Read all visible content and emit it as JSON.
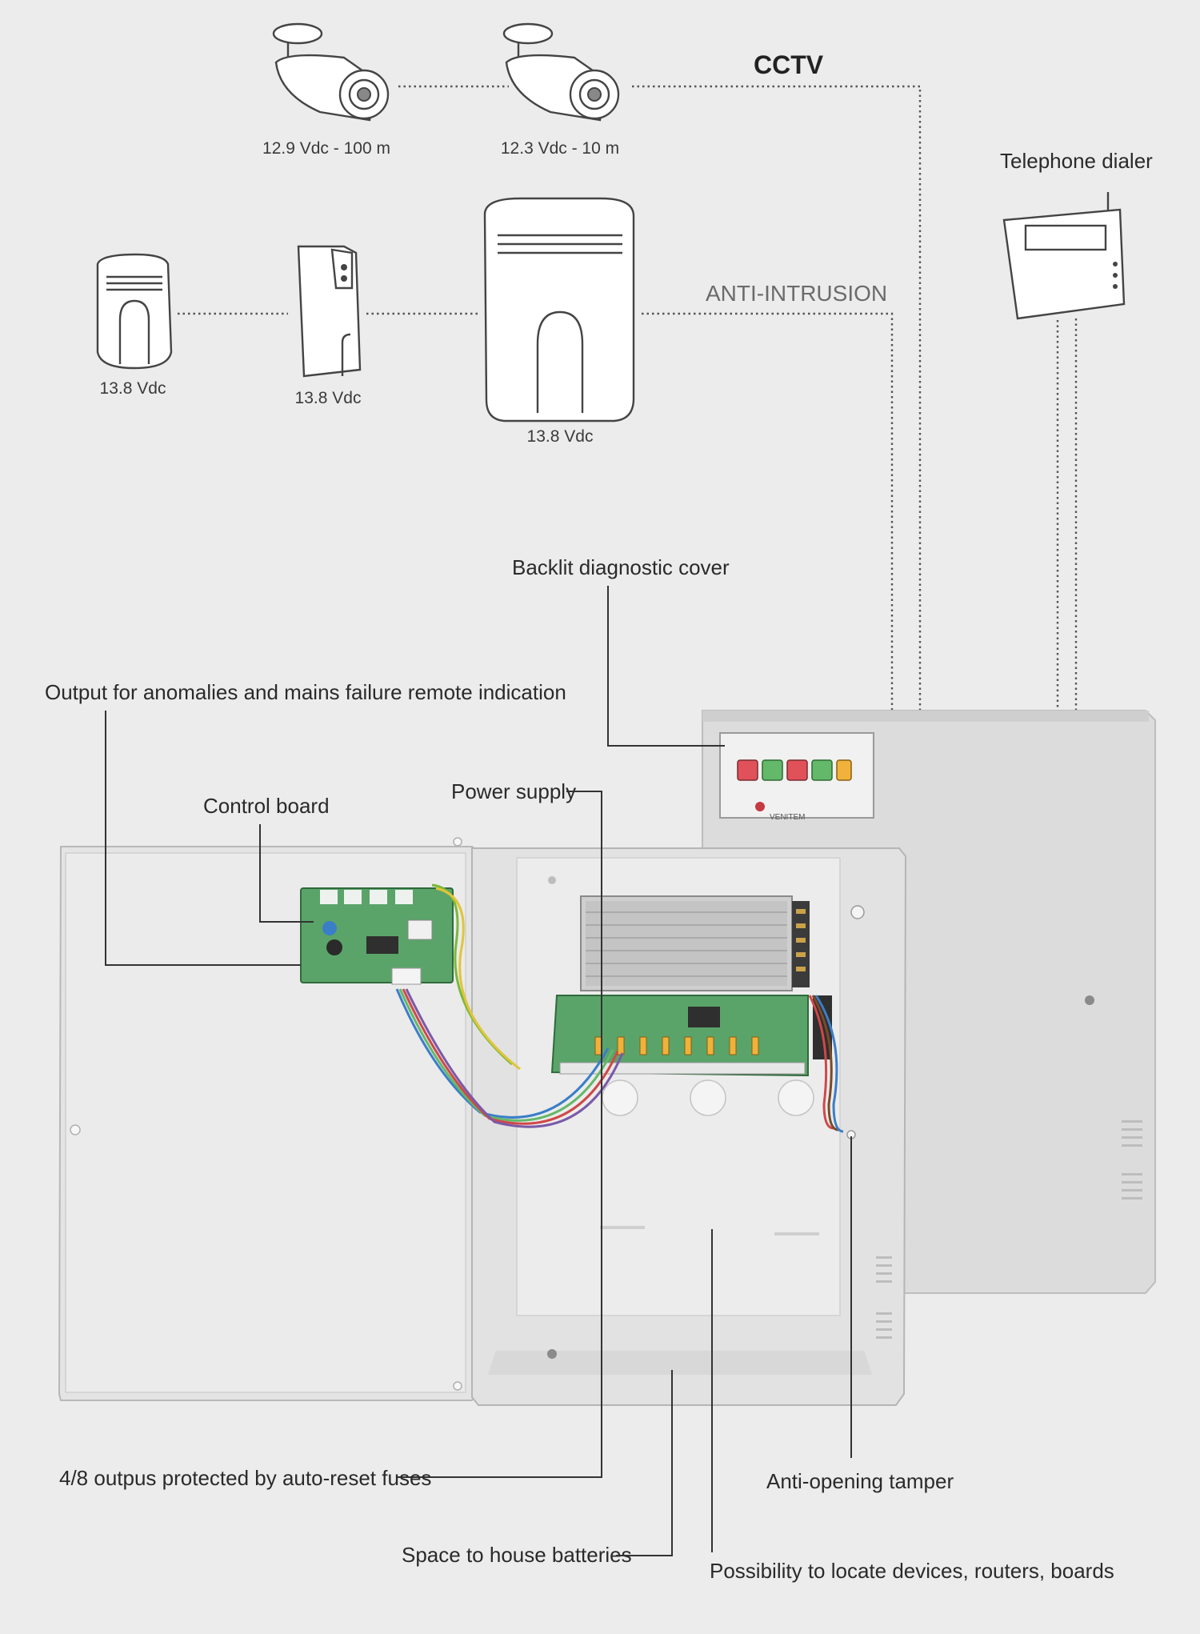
{
  "groups": {
    "cctv": "CCTV",
    "anti_intrusion": "ANTI-INTRUSION"
  },
  "devices": {
    "camera_1": "12.9 Vdc - 100 m",
    "camera_2": "12.3 Vdc - 10 m",
    "detector_1": "13.8 Vdc",
    "detector_2": "13.8 Vdc",
    "siren": "13.8 Vdc",
    "dialer": "Telephone dialer"
  },
  "callouts": {
    "backlit_cover": "Backlit diagnostic cover",
    "output_anomalies": "Output for anomalies and mains failure remote indication",
    "control_board": "Control board",
    "power_supply": "Power supply",
    "outputs_fuses": "4/8 outpus protected by auto-reset fuses",
    "tamper": "Anti-opening tamper",
    "batteries": "Space to house batteries",
    "devices_space": "Possibility to locate devices, routers, boards"
  },
  "brand": "VENITEM",
  "colors": {
    "background": "#ececec",
    "enclosure": "#dedede",
    "board_green": "#5aa46a",
    "led_red": "#e0515a",
    "led_green": "#64b86a",
    "led_orange": "#f0b23a"
  }
}
